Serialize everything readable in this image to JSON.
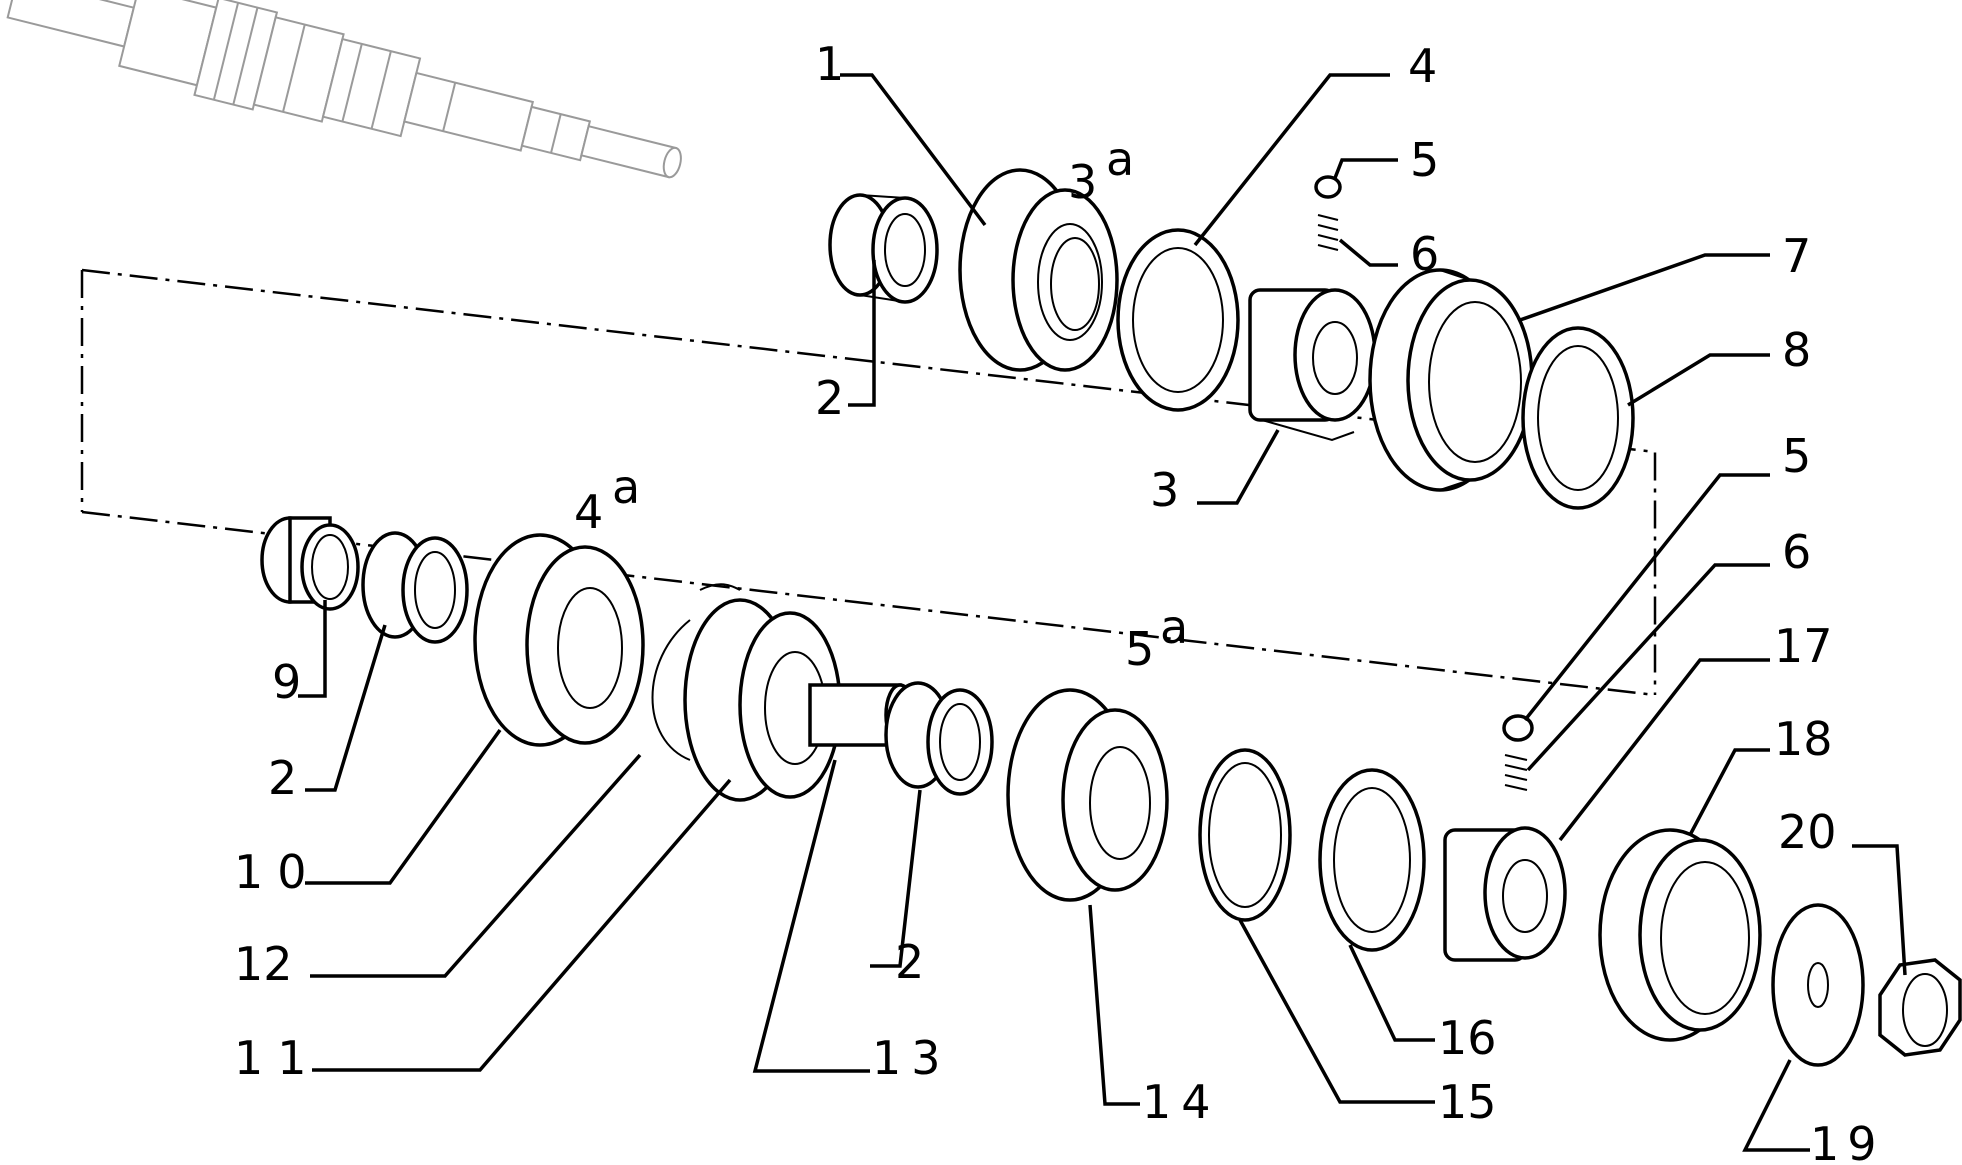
{
  "labels": {
    "l1": "1",
    "l2a": "2",
    "l2b": "2",
    "l2c": "2",
    "l3": "3",
    "l3a": "3",
    "l3a_sup": "a",
    "l4": "4",
    "l4a": "4",
    "l4a_sup": "a",
    "l5a": "5",
    "l5b": "5",
    "l5a_gear": "5",
    "l5a_sup": "a",
    "l6a": "6",
    "l6b": "6",
    "l7": "7",
    "l8": "8",
    "l9": "9",
    "l10": "10",
    "l11": "11",
    "l12": "12",
    "l13": "13",
    "l14": "14",
    "l15": "15",
    "l16": "16",
    "l17": "17",
    "l18": "18",
    "l19": "19",
    "l20": "20"
  }
}
